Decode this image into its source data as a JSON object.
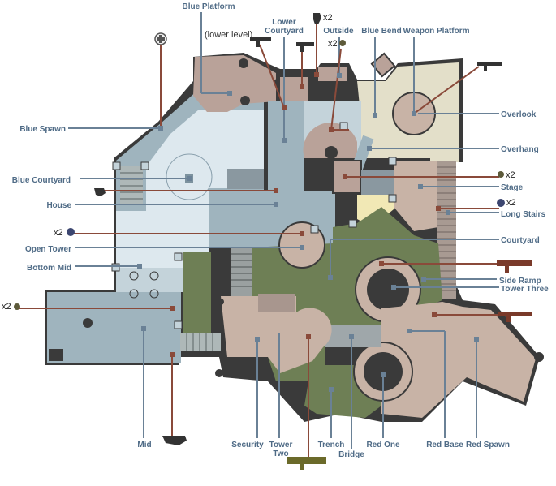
{
  "map": {
    "labels": {
      "blue_platform": "Blue Platform",
      "lower_courtyard": "Lower\nCourtyard",
      "outside": "Outside",
      "blue_bend": "Blue Bend",
      "weapon_platform": "Weapon Platform",
      "lower_level_note": "(lower level)",
      "overlook": "Overlook",
      "overhang": "Overhang",
      "blue_spawn": "Blue Spawn",
      "blue_courtyard": "Blue Courtyard",
      "stage": "Stage",
      "house": "House",
      "long_stairs": "Long Stairs",
      "courtyard": "Courtyard",
      "open_tower": "Open Tower",
      "bottom_mid": "Bottom Mid",
      "side_ramp": "Side Ramp",
      "tower_three": "Tower Three",
      "mid": "Mid",
      "security": "Security",
      "tower_two": "Tower\nTwo",
      "trench": "Trench",
      "bridge": "Bridge",
      "red_one": "Red One",
      "red_base": "Red Base",
      "red_spawn": "Red Spawn"
    },
    "counts": {
      "top_x2": "x2",
      "outside_x2": "x2",
      "stage_x2": "x2",
      "long_stairs_x2": "x2",
      "open_tower_x2": "x2",
      "mid_left_x2": "x2"
    },
    "icons": [
      "health-pack-icon",
      "frag-grenade-icon",
      "plasma-grenade-icon",
      "sniper-rifle-icon",
      "rocket-launcher-icon",
      "shotgun-icon",
      "plasma-pistol-icon",
      "assault-rifle-icon",
      "brute-shot-icon"
    ],
    "colors": {
      "blue_area": "#9fb4be",
      "light_blue_area": "#dde8ee",
      "red_area": "#c8b3a6",
      "green_area": "#6e7f55",
      "overlook_area": "#e3dfc9",
      "leader_blue": "#6a8196",
      "leader_red": "#8a4a3a"
    }
  }
}
